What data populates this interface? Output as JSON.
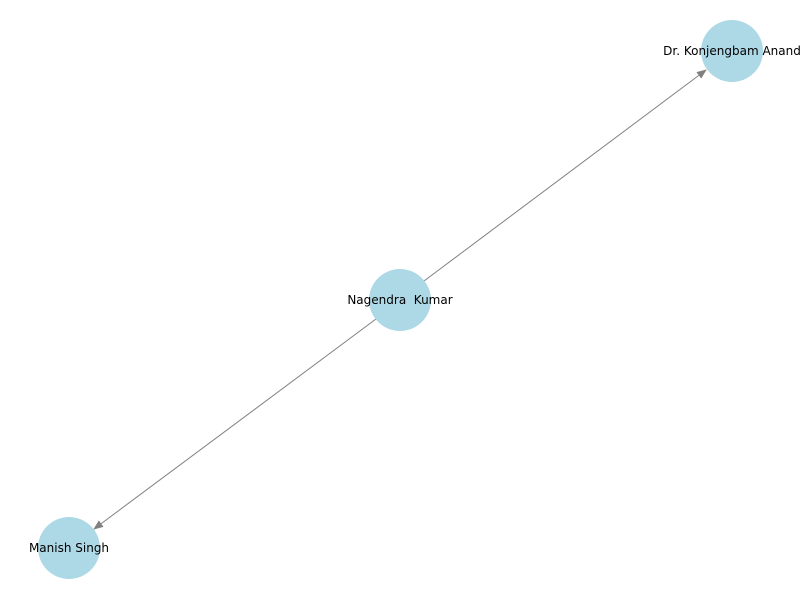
{
  "colors": {
    "node_fill": "#add8e6",
    "edge": "#808080",
    "label": "#000000",
    "background": "#ffffff"
  },
  "nodes": [
    {
      "id": "center",
      "label": "Nagendra  Kumar"
    },
    {
      "id": "top",
      "label": "Dr. Konjengbam Anand"
    },
    {
      "id": "bottom",
      "label": "Manish Singh"
    }
  ],
  "edges": [
    {
      "from": "center",
      "to": "top",
      "directed": true
    },
    {
      "from": "center",
      "to": "bottom",
      "directed": true
    }
  ]
}
